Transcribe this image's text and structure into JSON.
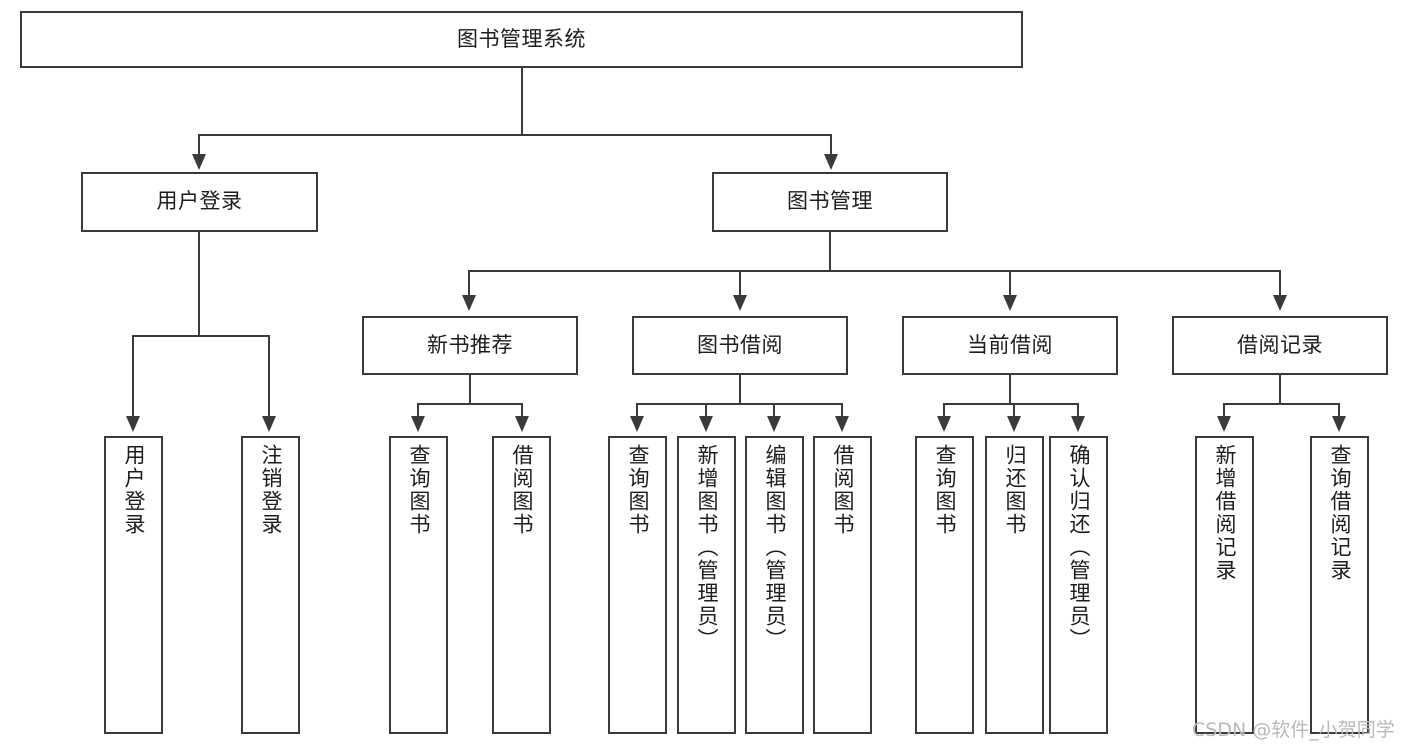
{
  "diagram": {
    "type": "tree-hierarchy",
    "title": "图书管理系统",
    "root": {
      "id": "root",
      "label": "图书管理系统"
    },
    "level1": [
      {
        "id": "user-login",
        "label": "用户登录"
      },
      {
        "id": "book-management",
        "label": "图书管理"
      }
    ],
    "level2": [
      {
        "id": "new-book-recommend",
        "label": "新书推荐",
        "parent": "book-management"
      },
      {
        "id": "book-borrow",
        "label": "图书借阅",
        "parent": "book-management"
      },
      {
        "id": "current-borrow",
        "label": "当前借阅",
        "parent": "book-management"
      },
      {
        "id": "borrow-record",
        "label": "借阅记录",
        "parent": "book-management"
      }
    ],
    "leaves": {
      "user_login": [
        {
          "id": "leaf-user-login",
          "label": "用户登录"
        },
        {
          "id": "leaf-user-logout",
          "label": "注销登录"
        }
      ],
      "new_book_recommend": [
        {
          "id": "leaf-query-book-1",
          "label": "查询图书"
        },
        {
          "id": "leaf-borrow-book-1",
          "label": "借阅图书"
        }
      ],
      "book_borrow": [
        {
          "id": "leaf-query-book-2",
          "label": "查询图书"
        },
        {
          "id": "leaf-add-book",
          "label": "新增图书（管理员）"
        },
        {
          "id": "leaf-edit-book",
          "label": "编辑图书（管理员）"
        },
        {
          "id": "leaf-borrow-book-2",
          "label": "借阅图书"
        }
      ],
      "current_borrow": [
        {
          "id": "leaf-query-book-3",
          "label": "查询图书"
        },
        {
          "id": "leaf-return-book",
          "label": "归还图书"
        },
        {
          "id": "leaf-confirm-return",
          "label": "确认归还（管理员）"
        }
      ],
      "borrow_record": [
        {
          "id": "leaf-add-record",
          "label": "新增借阅记录"
        },
        {
          "id": "leaf-query-record",
          "label": "查询借阅记录"
        }
      ]
    },
    "colors": {
      "stroke": "#3a3a3a",
      "text": "#1d1d1d",
      "background": "#ffffff",
      "watermark": "#b9b9b9"
    }
  },
  "watermark": {
    "text": "CSDN @软件_小贺同学"
  }
}
